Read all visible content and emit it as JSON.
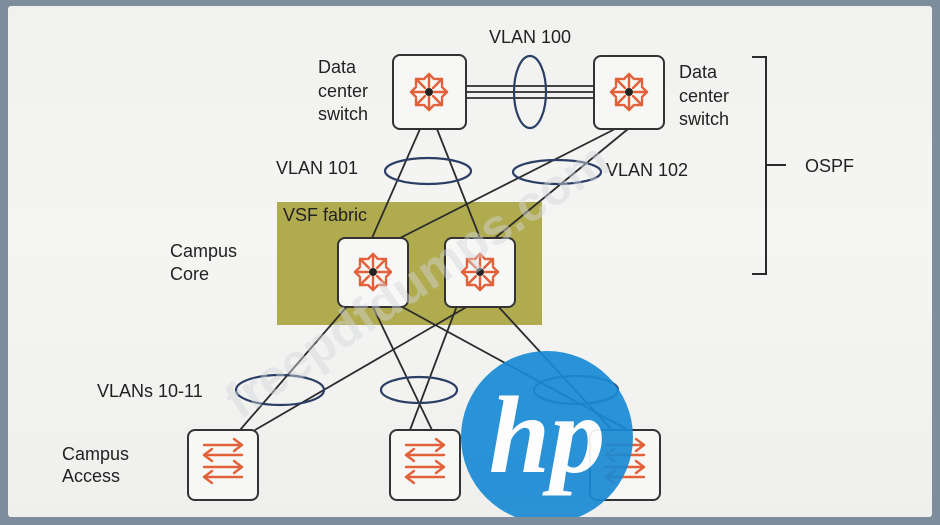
{
  "labels": {
    "vlan100": "VLAN 100",
    "vlan101": "VLAN 101",
    "vlan102": "VLAN 102",
    "vlans1011": "VLANs 10-11",
    "dc_left": [
      "Data",
      "center",
      "switch"
    ],
    "dc_right": [
      "Data",
      "center",
      "switch"
    ],
    "ospf": "OSPF",
    "vsf_fabric": "VSF fabric",
    "campus_core": [
      "Campus",
      "Core"
    ],
    "campus_access": [
      "Campus",
      "Access"
    ]
  },
  "watermark": "freepdfdumps.com",
  "logo_text": "hp",
  "colors": {
    "router_arrow": "#e3613a",
    "vsf_fill": "#b1ab50",
    "hp_blue": "#1a8ad4",
    "line": "#2b2b2b"
  },
  "icons": {
    "router": "router-icon",
    "switch": "switch-icon"
  }
}
